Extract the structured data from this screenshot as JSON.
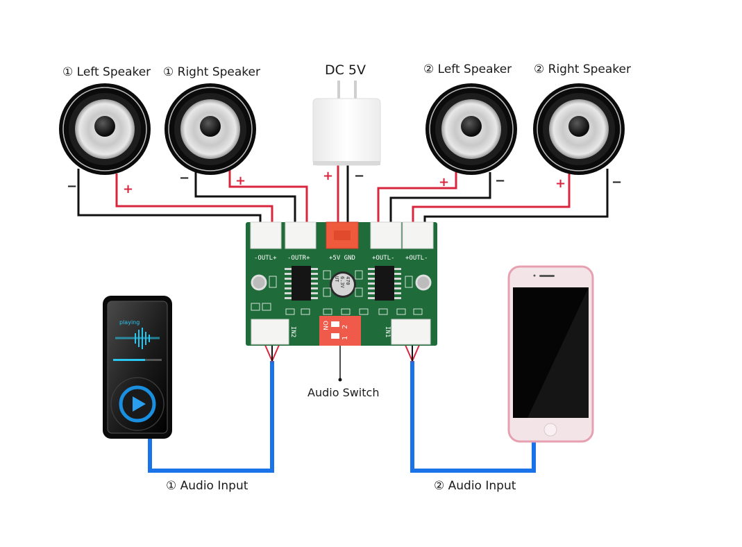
{
  "title_labels": {
    "speaker_1_left": "① Left Speaker",
    "speaker_1_right": "① Right Speaker",
    "power": "DC 5V",
    "speaker_2_left": "② Left Speaker",
    "speaker_2_right": "② Right Speaker",
    "audio_switch": "Audio Switch",
    "audio_input_1": "① Audio Input",
    "audio_input_2": "② Audio Input"
  },
  "polarity": {
    "plus": "+",
    "minus": "−"
  },
  "board": {
    "connector_labels": [
      "-OUTL+",
      "-OUTR+",
      "+5V GND",
      "+OUTL-",
      "+OUTL-"
    ],
    "capacitor_text": [
      "470",
      "6.3V",
      "UT"
    ],
    "input_labels": [
      "IN2",
      "IN1"
    ],
    "switch_text": {
      "on": "ON",
      "pos1": "1",
      "pos2": "2"
    }
  },
  "colors": {
    "wire_positive": "#d7263d",
    "wire_negative": "#111111",
    "audio_cable": "#1a73e8",
    "pcb_green": "#1f6b3a",
    "power_connector": "#f05a3c",
    "dip_switch": "#f05a4a",
    "phone_frame": "#e7a0b0"
  }
}
